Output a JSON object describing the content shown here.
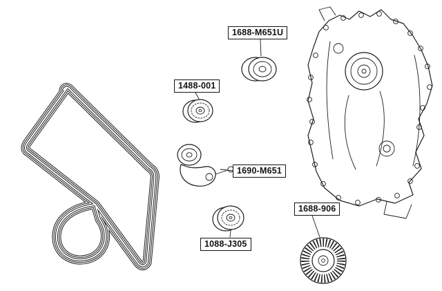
{
  "colors": {
    "ink": "#1a1a1a",
    "background": "#ffffff"
  },
  "labels": [
    {
      "text": "1688-M651U"
    },
    {
      "text": "1488-001"
    },
    {
      "text": "1690-M651"
    },
    {
      "text": "1088-J305"
    },
    {
      "text": "1688-906"
    }
  ]
}
